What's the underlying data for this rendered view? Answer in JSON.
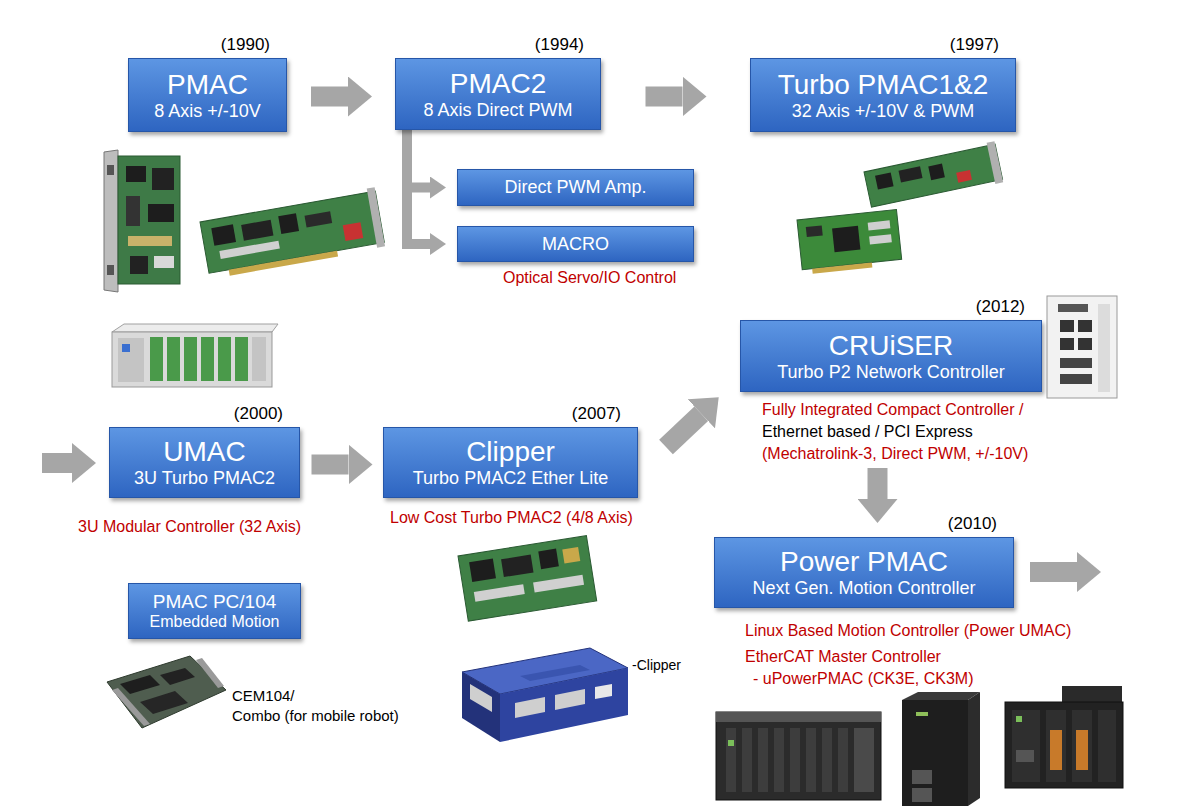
{
  "diagram": {
    "nodes": [
      {
        "text": [
          "(1990)",
          "PMAC",
          "8 Axis +/-10V"
        ]
      },
      {
        "text": [
          "(1994)",
          "PMAC2",
          "8 Axis Direct PWM"
        ]
      },
      {
        "text": [
          "(1997)",
          "Turbo PMAC1&2",
          "32 Axis +/-10V & PWM"
        ]
      },
      {
        "text": [
          "Direct PWM Amp."
        ]
      },
      {
        "text": [
          "MACRO"
        ]
      },
      {
        "text": [
          "(2012)",
          "CRUiSER",
          "Turbo P2 Network Controller"
        ]
      },
      {
        "text": [
          "(2000)",
          "UMAC",
          "3U Turbo PMAC2"
        ]
      },
      {
        "text": [
          "(2007)",
          "Clipper",
          "Turbo PMAC2 Ether Lite"
        ]
      },
      {
        "text": [
          "(2010)",
          "Power PMAC",
          "Next Gen. Motion Controller"
        ]
      },
      {
        "text": [
          "PMAC PC/104",
          "Embedded Motion"
        ]
      }
    ],
    "edges": [
      {
        "from": 0,
        "to": 1,
        "arrow": "to"
      },
      {
        "from": 1,
        "to": 2,
        "arrow": "to"
      },
      {
        "from": 1,
        "to": 3,
        "arrow": "to"
      },
      {
        "from": 1,
        "to": 4,
        "arrow": "to"
      },
      {
        "from": 6,
        "to": 7,
        "arrow": "to"
      },
      {
        "from": 7,
        "to": 5,
        "arrow": "to"
      },
      {
        "from": 5,
        "to": 8,
        "arrow": "to"
      }
    ],
    "labels": [
      "Optical Servo/IO Control",
      "Fully Integrated Compact Controller /",
      "Ethernet based / PCI Express",
      "(Mechatrolink-3, Direct PWM, +/-10V)",
      "3U Modular Controller (32 Axis)",
      "Low Cost Turbo PMAC2 (4/8 Axis)",
      "Linux Based Motion Controller (Power UMAC)",
      "EtherCAT Master Controller",
      "- uPowerPMAC (CK3E, CK3M)",
      "CEM104/",
      "Combo (for mobile robot)",
      "-Clipper"
    ]
  }
}
